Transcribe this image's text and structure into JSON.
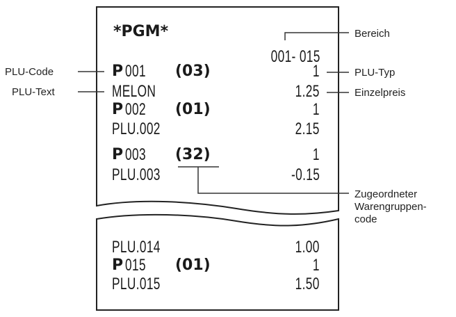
{
  "receipt": {
    "title": "*PGM*",
    "range": "001- 015",
    "top_section": [
      {
        "code_prefix": "P",
        "code_num": "001",
        "dept": "(03)",
        "type": "1",
        "text": "MELON",
        "price": "1.25"
      },
      {
        "code_prefix": "P",
        "code_num": "002",
        "dept": "(01)",
        "type": "1",
        "text": "PLU.002",
        "price": "2.15"
      },
      {
        "code_prefix": "P",
        "code_num": "003",
        "dept": "(32)",
        "type": "1",
        "text": "PLU.003",
        "price": "-0.15"
      }
    ],
    "bottom_section": {
      "first_text": "PLU.014",
      "first_price": "1.00",
      "code_prefix": "P",
      "code_num": "015",
      "dept": "(01)",
      "type": "1",
      "text": "PLU.015",
      "price": "1.50"
    }
  },
  "callouts": {
    "bereich": "Bereich",
    "plu_code": "PLU-Code",
    "plu_text": "PLU-Text",
    "plu_typ": "PLU-Typ",
    "einzelpreis": "Einzelpreis",
    "dept_line1": "Zugeordneter",
    "dept_line2": "Warengruppen-",
    "dept_line3": "code"
  }
}
